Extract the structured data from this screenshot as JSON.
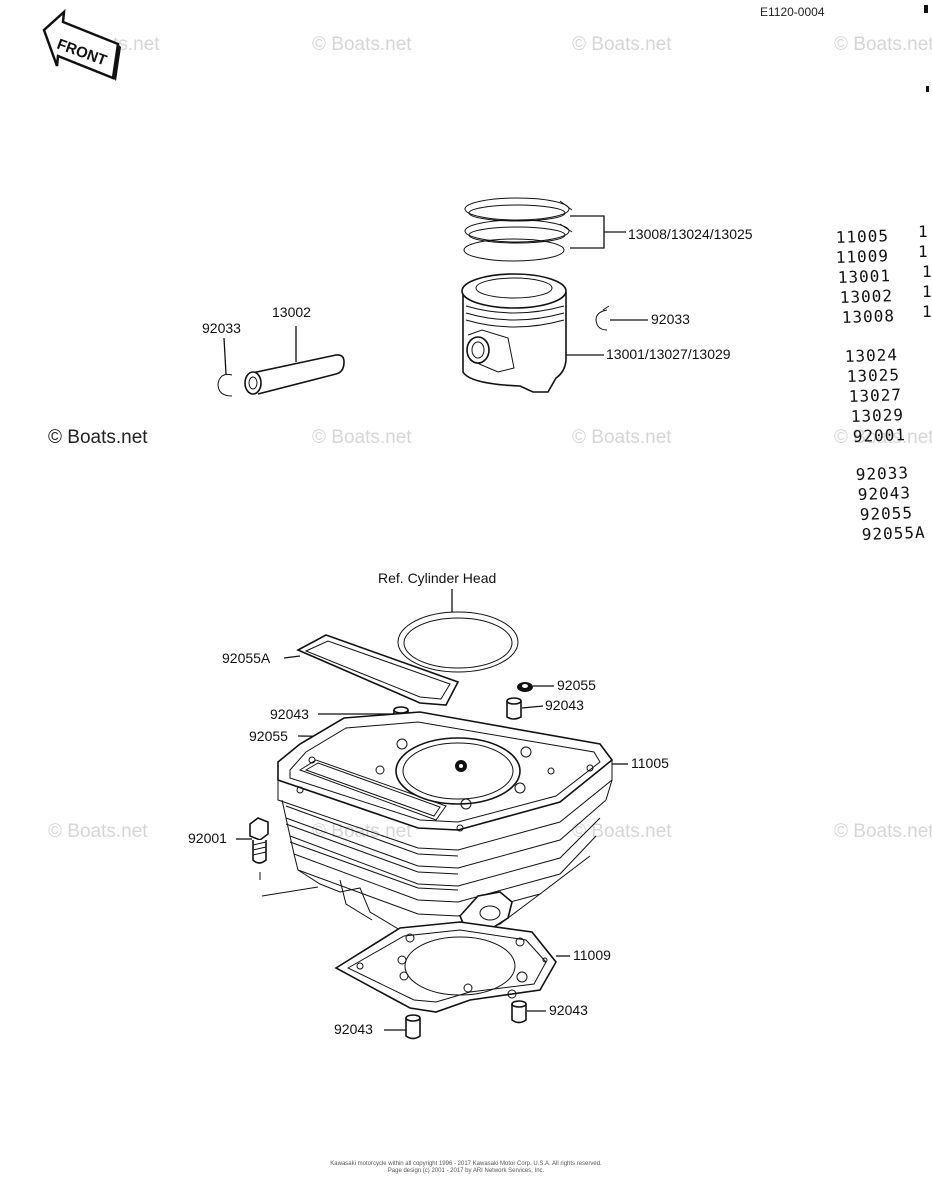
{
  "diagram_code": "E1120-0004",
  "front_arrow_label": "FRONT",
  "watermark": "© Boats.net",
  "ref_label": "Ref.  Cylinder Head",
  "callouts": {
    "piston_rings": "13008/13024/13025",
    "piston_pin": "13002",
    "pin_clip_left": "92033",
    "pin_clip_right": "92033",
    "piston": "13001/13027/13029",
    "gasket_head_side": "92055A",
    "oring_top_right": "92055",
    "dowel_top_left": "92043",
    "dowel_top_right": "92043",
    "oring_top_left": "92055",
    "cylinder": "11005",
    "bolt": "92001",
    "base_gasket": "11009",
    "dowel_bottom_right": "92043",
    "dowel_bottom_left": "92043"
  },
  "part_list": [
    {
      "number": "11005",
      "qty": "1"
    },
    {
      "number": "11009",
      "qty": "1"
    },
    {
      "number": "13001",
      "qty": "1"
    },
    {
      "number": "13002",
      "qty": "1"
    },
    {
      "number": "13008",
      "qty": "1"
    },
    {
      "number": "13024",
      "qty": ""
    },
    {
      "number": "13025",
      "qty": ""
    },
    {
      "number": "13027",
      "qty": ""
    },
    {
      "number": "13029",
      "qty": ""
    },
    {
      "number": "92001",
      "qty": ""
    },
    {
      "number": "92033",
      "qty": ""
    },
    {
      "number": "92043",
      "qty": ""
    },
    {
      "number": "92055",
      "qty": ""
    },
    {
      "number": "92055A",
      "qty": ""
    }
  ],
  "footer": {
    "line1": "Kawasaki motorcycle within all copyright 1996 - 2017  Kawasaki Motor Corp. U.S.A.  All rights reserved.",
    "line2": "Page design (c) 2001 - 2017 by ARI Network Services, Inc."
  }
}
